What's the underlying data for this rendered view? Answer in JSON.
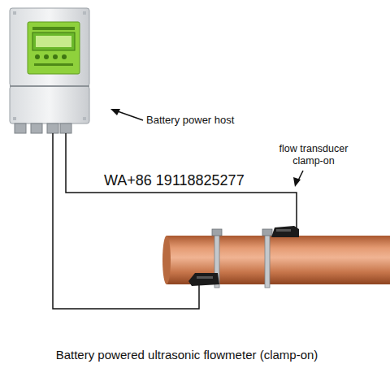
{
  "diagram": {
    "caption": "Battery powered ultrasonic flowmeter (clamp-on)",
    "labels": [
      "Battery power host",
      "flow transducer clamp-on",
      "WA+86 19118825277"
    ]
  }
}
